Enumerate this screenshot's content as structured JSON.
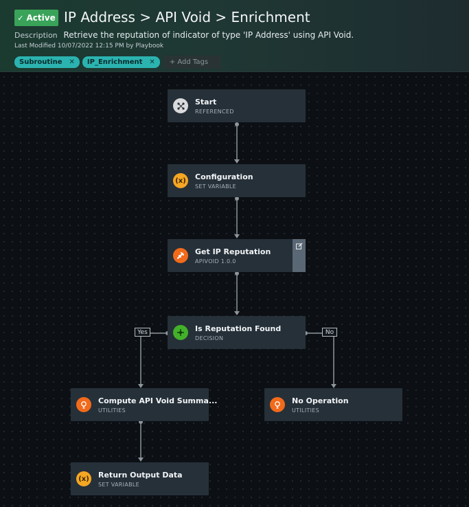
{
  "header": {
    "status": "Active",
    "title": "IP Address > API Void > Enrichment",
    "description_label": "Description",
    "description": "Retrieve the reputation of indicator of type 'IP Address' using API Void.",
    "last_modified": "Last Modified 10/07/2022 12:15 PM by Playbook",
    "tags": [
      "Subroutine",
      "IP_Enrichment"
    ],
    "add_tags_placeholder": "+ Add Tags"
  },
  "nodes": {
    "start": {
      "name": "Start",
      "type": "REFERENCED",
      "icon": "start-icon"
    },
    "configuration": {
      "name": "Configuration",
      "type": "SET VARIABLE",
      "icon": "variable-icon"
    },
    "get_ip_reputation": {
      "name": "Get IP Reputation",
      "type": "APIVOID 1.0.0",
      "icon": "connector-icon"
    },
    "is_reputation_found": {
      "name": "Is Reputation Found",
      "type": "DECISION",
      "icon": "decision-icon"
    },
    "compute_summary": {
      "name": "Compute API Void Summa...",
      "type": "UTILITIES",
      "icon": "utilities-icon"
    },
    "no_operation": {
      "name": "No Operation",
      "type": "UTILITIES",
      "icon": "utilities-icon"
    },
    "return_output": {
      "name": "Return Output Data",
      "type": "SET VARIABLE",
      "icon": "variable-icon"
    }
  },
  "edge_labels": {
    "yes": "Yes",
    "no": "No"
  },
  "icons": {
    "variable_glyph": "(x)"
  },
  "colors": {
    "active": "#3aa35a",
    "tag": "#2bb3b0",
    "node": "#263039",
    "variable": "#f5a623",
    "connector": "#f26a1b",
    "decision": "#43b02a"
  }
}
